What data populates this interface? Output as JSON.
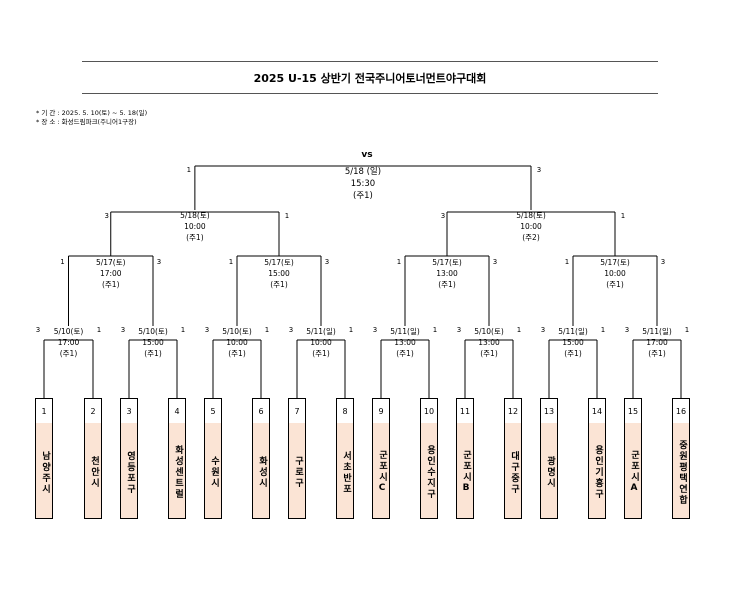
{
  "title": "2025 U-15 상반기 전국주니어토너먼트야구대회",
  "info": {
    "period": "* 기    간 : 2025. 5. 10(토) ~  5. 18(일)",
    "venue": "* 장    소 : 화성드림파크(주니어1구장)"
  },
  "final": {
    "vs": "vs",
    "date": "5/18 (일)",
    "time": "15:30",
    "field": "(주1)",
    "left_score": "1",
    "right_score": "3"
  },
  "semis": [
    {
      "date": "5/18(토)",
      "time": "10:00",
      "field": "(주1)",
      "l": "3",
      "r": "1"
    },
    {
      "date": "5/18(토)",
      "time": "10:00",
      "field": "(주2)",
      "l": "3",
      "r": "1"
    }
  ],
  "quarters": [
    {
      "date": "5/17(토)",
      "time": "17:00",
      "field": "(주1)",
      "l": "1",
      "r": "3"
    },
    {
      "date": "5/17(토)",
      "time": "15:00",
      "field": "(주1)",
      "l": "1",
      "r": "3"
    },
    {
      "date": "5/17(토)",
      "time": "13:00",
      "field": "(주1)",
      "l": "1",
      "r": "3"
    },
    {
      "date": "5/17(토)",
      "time": "10:00",
      "field": "(주1)",
      "l": "1",
      "r": "3"
    }
  ],
  "r16": [
    {
      "date": "5/10(토)",
      "time": "17:00",
      "field": "(주1)",
      "l": "3",
      "r": "1"
    },
    {
      "date": "5/10(토)",
      "time": "15:00",
      "field": "(주1)",
      "l": "3",
      "r": "1"
    },
    {
      "date": "5/10(토)",
      "time": "10:00",
      "field": "(주1)",
      "l": "3",
      "r": "1"
    },
    {
      "date": "5/11(일)",
      "time": "10:00",
      "field": "(주1)",
      "l": "3",
      "r": "1"
    },
    {
      "date": "5/11(일)",
      "time": "13:00",
      "field": "(주1)",
      "l": "3",
      "r": "1"
    },
    {
      "date": "5/10(토)",
      "time": "13:00",
      "field": "(주1)",
      "l": "3",
      "r": "1"
    },
    {
      "date": "5/11(일)",
      "time": "15:00",
      "field": "(주1)",
      "l": "3",
      "r": "1"
    },
    {
      "date": "5/11(일)",
      "time": "17:00",
      "field": "(주1)",
      "l": "3",
      "r": "1"
    }
  ],
  "teams": [
    {
      "no": "1",
      "name": "남양주시"
    },
    {
      "no": "2",
      "name": "천안시"
    },
    {
      "no": "3",
      "name": "영등포구"
    },
    {
      "no": "4",
      "name": "화성센트럴"
    },
    {
      "no": "5",
      "name": "수원시"
    },
    {
      "no": "6",
      "name": "화성시"
    },
    {
      "no": "7",
      "name": "구로구"
    },
    {
      "no": "8",
      "name": "서초반포"
    },
    {
      "no": "9",
      "name": "군포시C"
    },
    {
      "no": "10",
      "name": "용인수지구"
    },
    {
      "no": "11",
      "name": "군포시B"
    },
    {
      "no": "12",
      "name": "대구중구"
    },
    {
      "no": "13",
      "name": "광명시"
    },
    {
      "no": "14",
      "name": "용인기흥구"
    },
    {
      "no": "15",
      "name": "군포시A"
    },
    {
      "no": "16",
      "name": "중원평택연합"
    }
  ]
}
